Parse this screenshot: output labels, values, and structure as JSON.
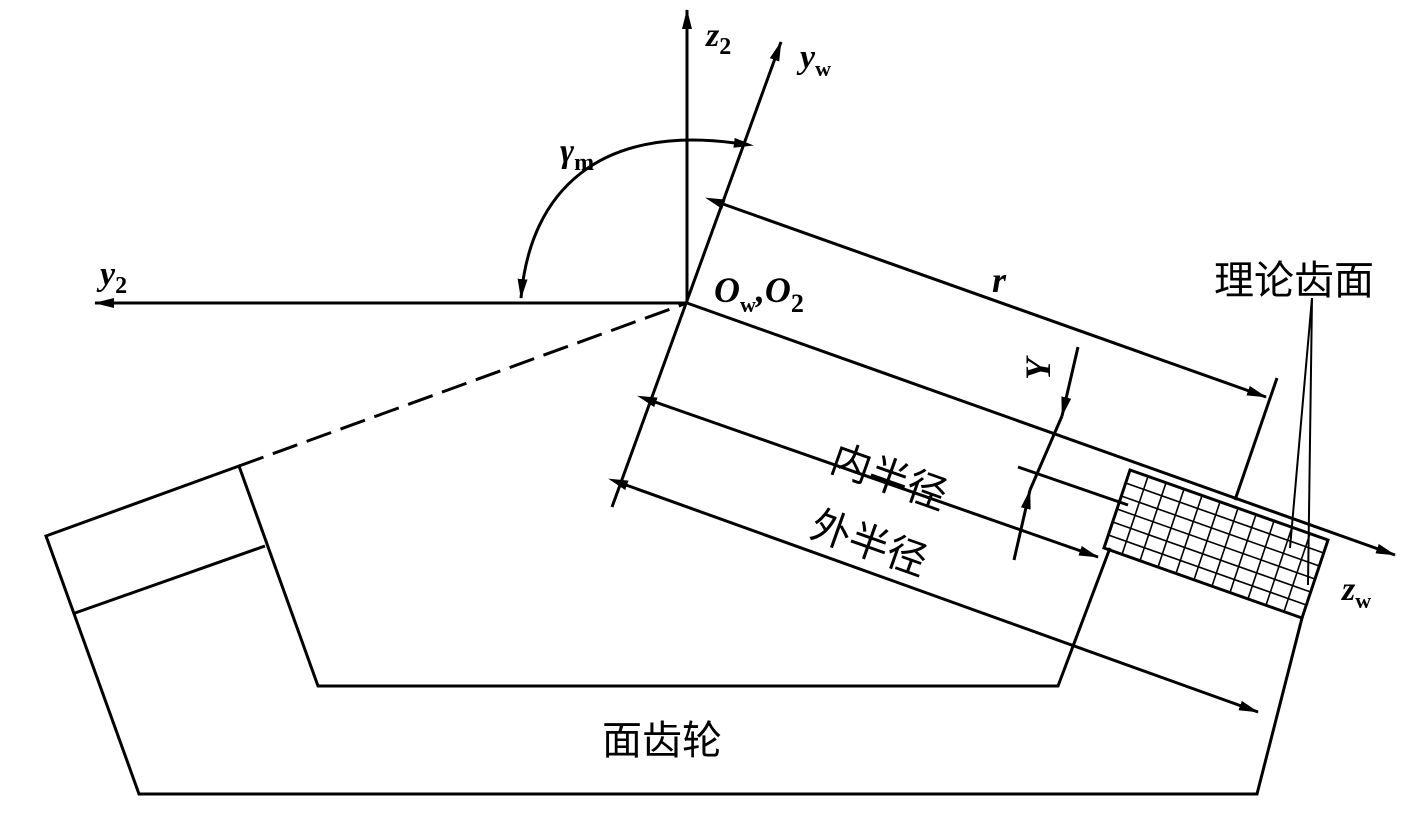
{
  "labels": {
    "z2": {
      "main": "z",
      "sub": "2"
    },
    "yw": {
      "main": "y",
      "sub": "w"
    },
    "y2": {
      "main": "y",
      "sub": "2"
    },
    "zw": {
      "main": "z",
      "sub": "w"
    },
    "gamma_m": {
      "main": "γ",
      "sub": "m"
    },
    "origin": {
      "o1": "O",
      "o1_sub": "w",
      "sep": ",",
      "o2": "O",
      "o2_sub": "2"
    },
    "r": "r",
    "Y": "Y",
    "inner_radius": "内半径",
    "outer_radius": "外半径",
    "theoretical_tooth_surface": "理论齿面",
    "face_gear": "面齿轮"
  }
}
